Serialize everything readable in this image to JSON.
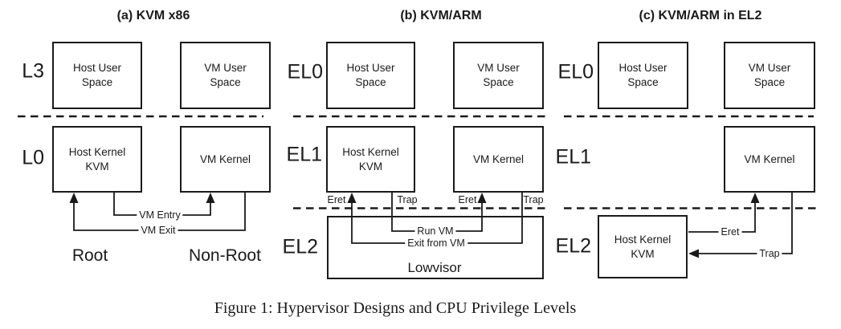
{
  "caption": "Figure 1: Hypervisor Designs and CPU Privilege Levels",
  "colors": {
    "ink": "#1a1a1a",
    "background": "#ffffff"
  },
  "panels": [
    {
      "title": "(a) KVM x86",
      "levels": {
        "top": "L3",
        "bottom": "L0"
      },
      "boxes": {
        "host_user": "Host User\nSpace",
        "vm_user": "VM User\nSpace",
        "host_kernel": "Host Kernel\nKVM",
        "vm_kernel": "VM Kernel"
      },
      "arrows": {
        "vm_entry": "VM Entry",
        "vm_exit": "VM Exit"
      },
      "modes": {
        "root": "Root",
        "non_root": "Non-Root"
      }
    },
    {
      "title": "(b) KVM/ARM",
      "levels": {
        "top": "EL0",
        "middle": "EL1",
        "bottom": "EL2"
      },
      "boxes": {
        "host_user": "Host User\nSpace",
        "vm_user": "VM User\nSpace",
        "host_kernel": "Host Kernel\nKVM",
        "vm_kernel": "VM Kernel",
        "lowvisor": "Lowvisor"
      },
      "arrows": {
        "eret_host": "Eret",
        "trap_host": "Trap",
        "eret_vm": "Eret",
        "trap_vm": "Trap",
        "run_vm": "Run VM",
        "exit_vm": "Exit from VM"
      }
    },
    {
      "title": "(c) KVM/ARM in EL2",
      "levels": {
        "top": "EL0",
        "middle": "EL1",
        "bottom": "EL2"
      },
      "boxes": {
        "host_user": "Host User\nSpace",
        "vm_user": "VM User\nSpace",
        "vm_kernel": "VM Kernel",
        "host_kernel": "Host Kernel\nKVM"
      },
      "arrows": {
        "eret": "Eret",
        "trap": "Trap"
      }
    }
  ]
}
